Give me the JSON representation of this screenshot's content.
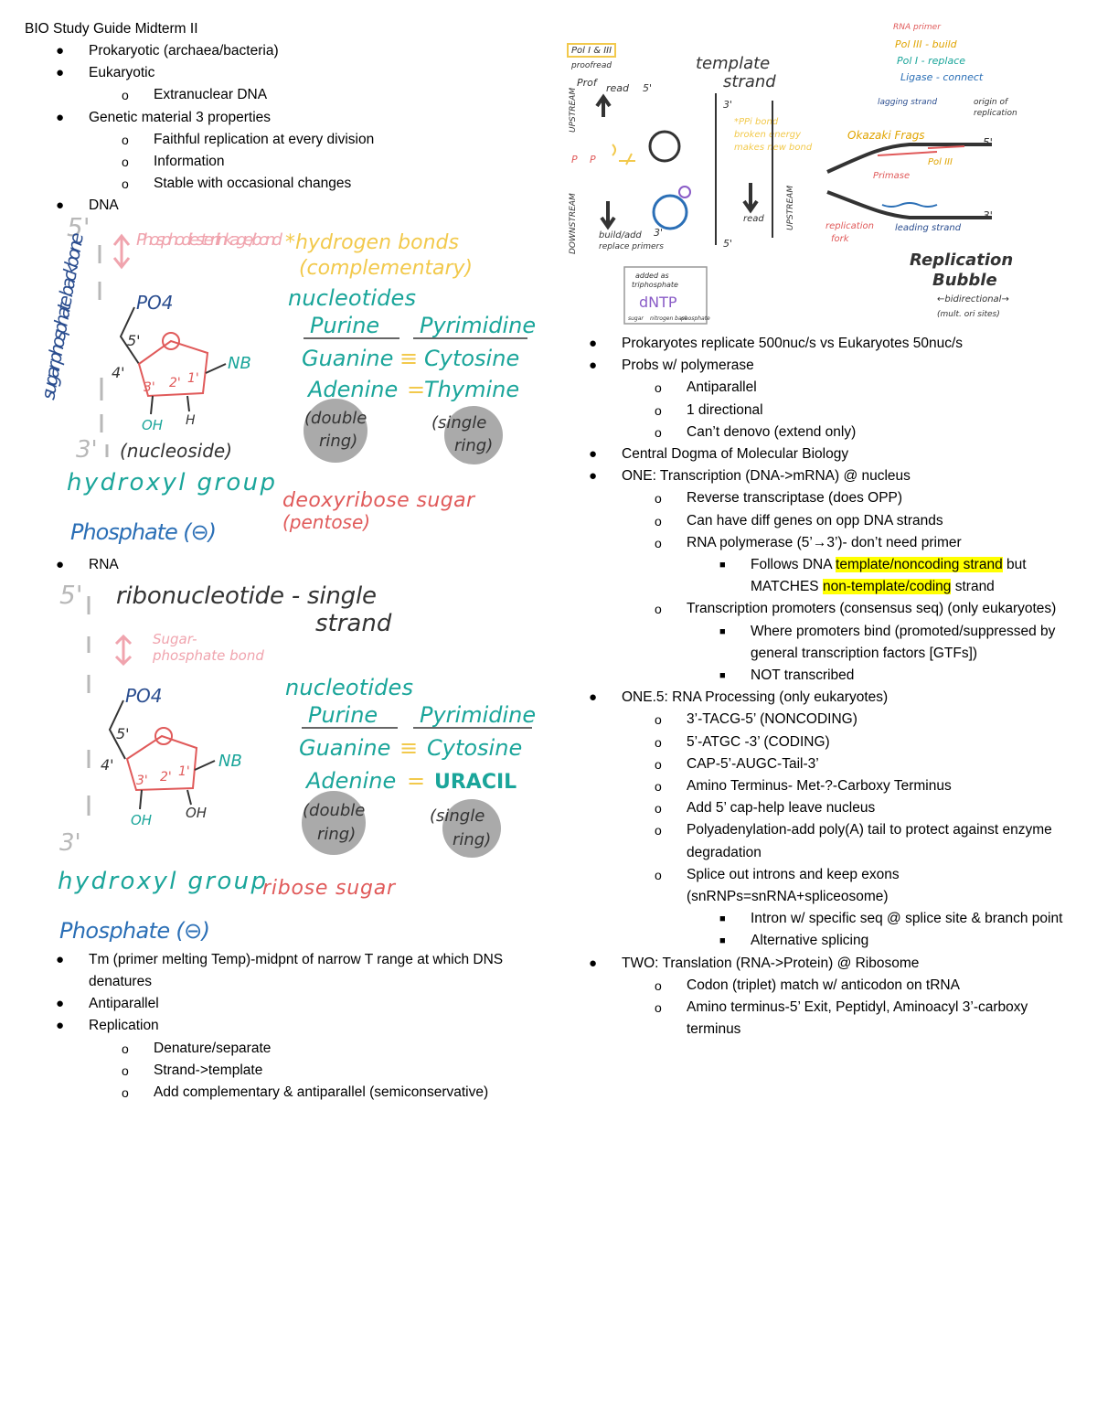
{
  "title": "BIO Study Guide Midterm II",
  "bullets": {
    "lvl1": "●",
    "lvl2": "o",
    "lvl3": "■"
  },
  "colors": {
    "teal": "#1aa59a",
    "pink": "#f0a4ae",
    "blue": "#2b6fb6",
    "yellow": "#f2c94c",
    "red": "#d9534f",
    "navy": "#2a4d8f",
    "gray": "#b8b8b8",
    "circle": "#aaaaaa"
  },
  "left": {
    "intro": [
      {
        "text": "Prokaryotic (archaea/bacteria)"
      },
      {
        "text": "Eukaryotic",
        "children": [
          {
            "text": "Extranuclear DNA"
          }
        ]
      },
      {
        "text": "Genetic material 3 properties",
        "children": [
          {
            "text": "Faithful replication at every division"
          },
          {
            "text": "Information"
          },
          {
            "text": "Stable with occasional changes"
          }
        ]
      },
      {
        "text": "DNA"
      }
    ],
    "dna_sketch": {
      "five_prime": "5'",
      "three_prime": "3'",
      "backbone": "sugar phosphate backbone",
      "linkage": "Phosphodiester linkage/bond",
      "po4": "PO4",
      "c5": "5'",
      "c4": "4'",
      "c3": "3'",
      "c2": "2'",
      "c1": "1'",
      "o": "O",
      "nb": "NB",
      "oh": "OH",
      "h": "H",
      "nucleoside": "(nucleoside)",
      "hbonds_1": "*hydrogen bonds",
      "hbonds_2": "(complementary)",
      "nucleotides": "nucleotides",
      "purine": "Purine",
      "pyrimidine": "Pyrimidine",
      "guanine": "Guanine",
      "cytosine": "Cytosine",
      "adenine": "Adenine",
      "thymine": "Thymine",
      "triple": "≡",
      "double": "=",
      "double_ring_1": "(double",
      "double_ring_2": "ring)",
      "single_ring_1": "(single",
      "single_ring_2": "ring)",
      "hydroxyl": "hydroxyl group",
      "sugar_1": "deoxyribose sugar",
      "sugar_2": "(pentose)",
      "phosphate": "Phosphate (⊖)"
    },
    "rna_label": "RNA",
    "rna_sketch": {
      "five_prime": "5'",
      "three_prime": "3'",
      "title_1": "ribonucleotide - single",
      "title_2": "strand",
      "linkage_1": "Sugar-",
      "linkage_2": "phosphate bond",
      "po4": "PO4",
      "c5": "5'",
      "c4": "4'",
      "c3": "3'",
      "c2": "2'",
      "c1": "1'",
      "o": "O",
      "nb": "NB",
      "oh1": "OH",
      "oh2": "OH",
      "nucleotides": "nucleotides",
      "purine": "Purine",
      "pyrimidine": "Pyrimidine",
      "guanine": "Guanine",
      "cytosine": "Cytosine",
      "adenine": "Adenine",
      "uracil": "URACIL",
      "triple": "≡",
      "double": "=",
      "double_ring_1": "(double",
      "double_ring_2": "ring)",
      "single_ring_1": "(single",
      "single_ring_2": "ring)",
      "hydroxyl": "hydroxyl group",
      "sugar": "ribose sugar",
      "phosphate": "Phosphate (⊖)"
    },
    "outro": [
      {
        "text": "Tm (primer melting Temp)-midpnt of narrow T range at which DNS denatures"
      },
      {
        "text": "Antiparallel"
      },
      {
        "text": "Replication",
        "children": [
          {
            "text": "Denature/separate"
          },
          {
            "text": "Strand->template"
          },
          {
            "text": "Add complementary & antiparallel (semiconservative)"
          }
        ]
      }
    ]
  },
  "right_sketch": {
    "pol": "Pol I & III",
    "prof1": "proofread",
    "prof2": "Prof",
    "prof3": "read",
    "upstream": "UPSTREAM",
    "downstream": "DOWNSTREAM",
    "upstream2": "UPSTREAM",
    "five1": "5'",
    "three1": "3'",
    "five2": "5'",
    "three2": "3'",
    "three3": "3'",
    "five3": "5'",
    "template_1": "template",
    "template_2": "strand",
    "p": "P",
    "build1": "build/add",
    "build2": "replace primers",
    "energy_1": "*PPi bond",
    "energy_2": "broken energy",
    "energy_3": "makes new bond",
    "read": "read",
    "legend_primer": "RNA primer",
    "legend_pol3": "Pol III - build",
    "legend_pol1": "Pol I - replace",
    "legend_ligase": "Ligase - connect",
    "lagging": "lagging strand",
    "origin_1": "origin of",
    "origin_2": "replication",
    "okazaki": "Okazaki Frags",
    "primase": "Primase",
    "pol3": "Pol III",
    "fork_1": "replication",
    "fork_2": "fork",
    "leading": "leading strand",
    "bubble_1": "Replication",
    "bubble_2": "Bubble",
    "bidir": "←bidirectional→",
    "multorig": "(mult. ori sites)",
    "dntp_1": "added as",
    "dntp_2": "triphosphate",
    "dntp": "dNTP",
    "dntp_s": "sugar",
    "dntp_n": "nitrogen base",
    "dntp_p": "phosphate"
  },
  "right": [
    {
      "text": "Prokaryotes replicate 500nuc/s vs Eukaryotes 50nuc/s"
    },
    {
      "text": "Probs w/ polymerase",
      "children": [
        {
          "text": "Antiparallel"
        },
        {
          "text": "1 directional"
        },
        {
          "text": "Can’t denovo (extend only)"
        }
      ]
    },
    {
      "text": "Central Dogma of Molecular Biology"
    },
    {
      "text": "ONE: Transcription (DNA->mRNA) @ nucleus",
      "children": [
        {
          "text": "Reverse transcriptase (does OPP)"
        },
        {
          "text": "Can have diff genes on opp DNA strands"
        },
        {
          "text": "RNA polymerase (5’→3’)- don’t need primer",
          "children": [
            {
              "parts": [
                {
                  "text": "Follows DNA "
                },
                {
                  "text": "template/noncoding strand",
                  "hl": true
                },
                {
                  "text": " but MATCHES "
                },
                {
                  "text": "non-template/coding",
                  "hl": true
                },
                {
                  "text": " strand"
                }
              ]
            }
          ]
        },
        {
          "text": "Transcription promoters (consensus seq) (only eukaryotes)",
          "children": [
            {
              "text": "Where promoters bind (promoted/suppressed by general transcription factors [GTFs])"
            },
            {
              "text": "NOT transcribed"
            }
          ]
        }
      ]
    },
    {
      "text": "ONE.5: RNA Processing (only eukaryotes)",
      "children": [
        {
          "text": "3’-TACG-5’ (NONCODING)"
        },
        {
          "text": "5’-ATGC -3’ (CODING)"
        },
        {
          "text": " CAP-5’-AUGC-Tail-3’"
        },
        {
          "text": "Amino Terminus- Met-?-Carboxy Terminus"
        },
        {
          "text": "Add 5’ cap-help leave nucleus"
        },
        {
          "text": "Polyadenylation-add poly(A) tail to protect against enzyme degradation"
        },
        {
          "text": "Splice out introns and keep exons (snRNPs=snRNA+spliceosome)",
          "children": [
            {
              "text": "Intron w/ specific seq @ splice site & branch point"
            },
            {
              "text": "Alternative splicing"
            }
          ]
        }
      ]
    },
    {
      "text": "TWO: Translation (RNA->Protein) @ Ribosome",
      "children": [
        {
          "text": "Codon (triplet) match w/ anticodon on tRNA"
        },
        {
          "text": "Amino terminus-5’ Exit, Peptidyl, Aminoacyl 3’-carboxy terminus"
        }
      ]
    }
  ]
}
